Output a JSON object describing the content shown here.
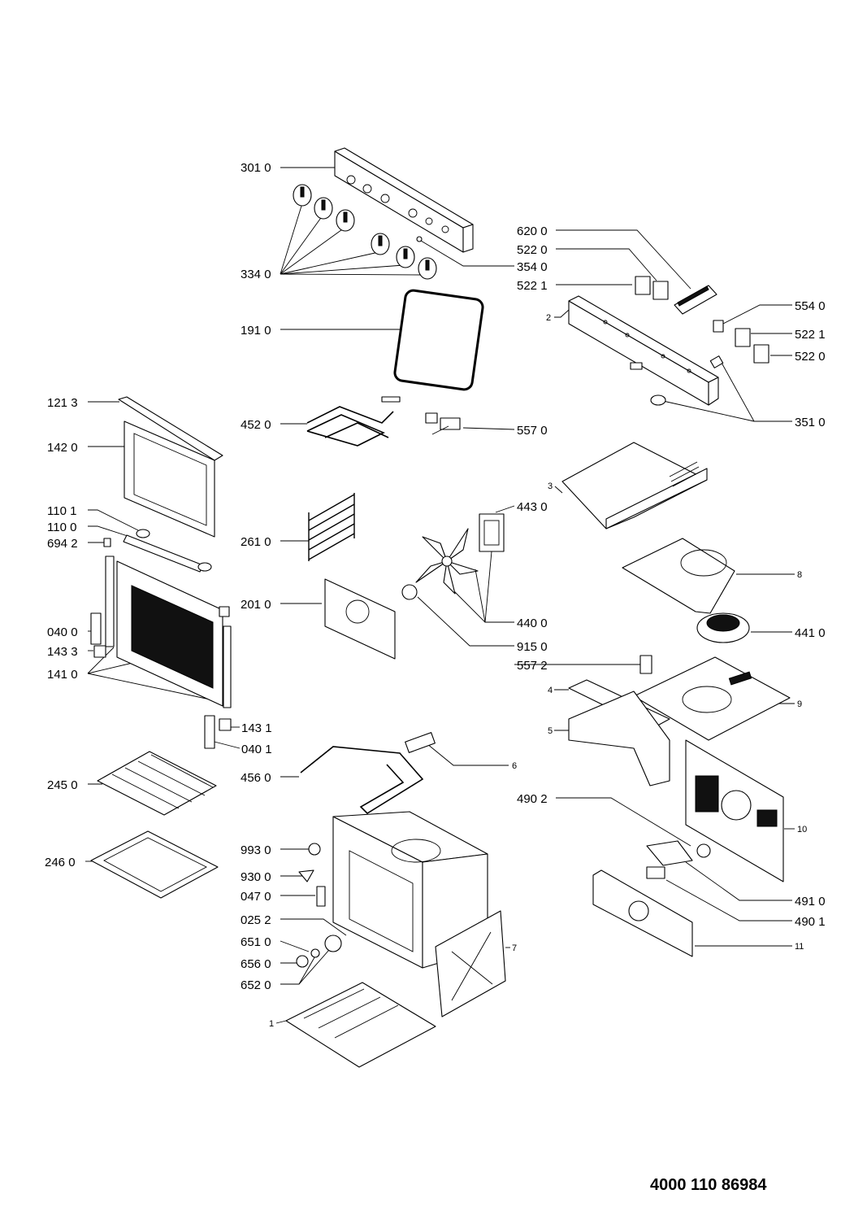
{
  "document_number": "4000 110 86984",
  "labels": [
    {
      "id": "c3010",
      "text": "301 0"
    },
    {
      "id": "c3340",
      "text": "334 0"
    },
    {
      "id": "c3540",
      "text": "354 0"
    },
    {
      "id": "c6200",
      "text": "620 0"
    },
    {
      "id": "c5220a",
      "text": "522 0"
    },
    {
      "id": "c5221a",
      "text": "522 1"
    },
    {
      "id": "c2",
      "text": "2"
    },
    {
      "id": "c5540",
      "text": "554 0"
    },
    {
      "id": "c5221b",
      "text": "522 1"
    },
    {
      "id": "c5220b",
      "text": "522 0"
    },
    {
      "id": "c3510",
      "text": "351 0"
    },
    {
      "id": "c1910",
      "text": "191 0"
    },
    {
      "id": "c1213",
      "text": "121 3"
    },
    {
      "id": "c4520",
      "text": "452 0"
    },
    {
      "id": "c5570",
      "text": "557 0"
    },
    {
      "id": "c1420",
      "text": "142 0"
    },
    {
      "id": "c3",
      "text": "3"
    },
    {
      "id": "c4430",
      "text": "443 0"
    },
    {
      "id": "c1101",
      "text": "110 1"
    },
    {
      "id": "c1100",
      "text": "110 0"
    },
    {
      "id": "c6942",
      "text": "694 2"
    },
    {
      "id": "c2610",
      "text": "261 0"
    },
    {
      "id": "c8",
      "text": "8"
    },
    {
      "id": "c2010",
      "text": "201 0"
    },
    {
      "id": "c4400",
      "text": "440 0"
    },
    {
      "id": "c0400",
      "text": "040 0"
    },
    {
      "id": "c4410",
      "text": "441 0"
    },
    {
      "id": "c9150",
      "text": "915 0"
    },
    {
      "id": "c1433",
      "text": "143 3"
    },
    {
      "id": "c5572",
      "text": "557 2"
    },
    {
      "id": "c1410",
      "text": "141 0"
    },
    {
      "id": "c4",
      "text": "4"
    },
    {
      "id": "c9",
      "text": "9"
    },
    {
      "id": "c1431",
      "text": "143 1"
    },
    {
      "id": "c5",
      "text": "5"
    },
    {
      "id": "c0401",
      "text": "040 1"
    },
    {
      "id": "c6",
      "text": "6"
    },
    {
      "id": "c2450",
      "text": "245 0"
    },
    {
      "id": "c4560",
      "text": "456 0"
    },
    {
      "id": "c4902",
      "text": "490 2"
    },
    {
      "id": "c10",
      "text": "10"
    },
    {
      "id": "c9930",
      "text": "993 0"
    },
    {
      "id": "c2460",
      "text": "246 0"
    },
    {
      "id": "c9300",
      "text": "930 0"
    },
    {
      "id": "c0470",
      "text": "047 0"
    },
    {
      "id": "c4910",
      "text": "491 0"
    },
    {
      "id": "c0252",
      "text": "025 2"
    },
    {
      "id": "c4901",
      "text": "490 1"
    },
    {
      "id": "c6510",
      "text": "651 0"
    },
    {
      "id": "c11",
      "text": "11"
    },
    {
      "id": "c7",
      "text": "7"
    },
    {
      "id": "c6560",
      "text": "656 0"
    },
    {
      "id": "c6520",
      "text": "652 0"
    },
    {
      "id": "c1",
      "text": "1"
    }
  ]
}
